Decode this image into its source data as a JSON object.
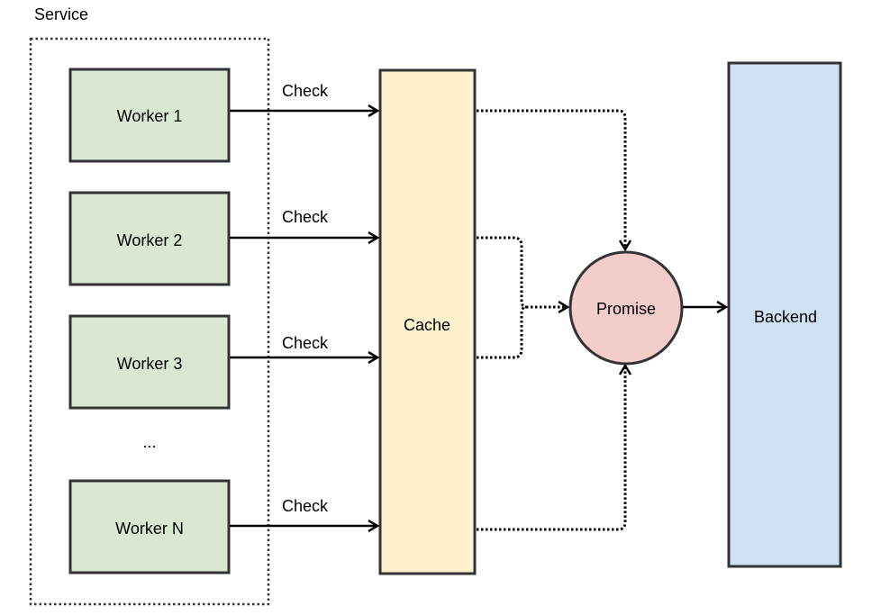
{
  "diagram": {
    "service_label": "Service",
    "workers": [
      {
        "label": "Worker 1"
      },
      {
        "label": "Worker 2"
      },
      {
        "label": "Worker 3"
      },
      {
        "label": "Worker N"
      }
    ],
    "ellipsis": "...",
    "edge_label": "Check",
    "edges": [
      {
        "from": "Worker 1",
        "to": "Cache",
        "label": "Check",
        "style": "solid"
      },
      {
        "from": "Worker 2",
        "to": "Cache",
        "label": "Check",
        "style": "solid"
      },
      {
        "from": "Worker 3",
        "to": "Cache",
        "label": "Check",
        "style": "solid"
      },
      {
        "from": "Worker N",
        "to": "Cache",
        "label": "Check",
        "style": "solid"
      },
      {
        "from": "Cache",
        "to": "Promise",
        "label": "",
        "style": "dotted"
      },
      {
        "from": "Promise",
        "to": "Backend",
        "label": "",
        "style": "solid"
      }
    ],
    "cache_label": "Cache",
    "promise_label": "Promise",
    "backend_label": "Backend",
    "colors": {
      "worker_fill": "#d9e8d3",
      "cache_fill": "#fdf0cc",
      "promise_fill": "#f3cccc",
      "backend_fill": "#d0e1f3",
      "stroke": "#333333"
    }
  }
}
